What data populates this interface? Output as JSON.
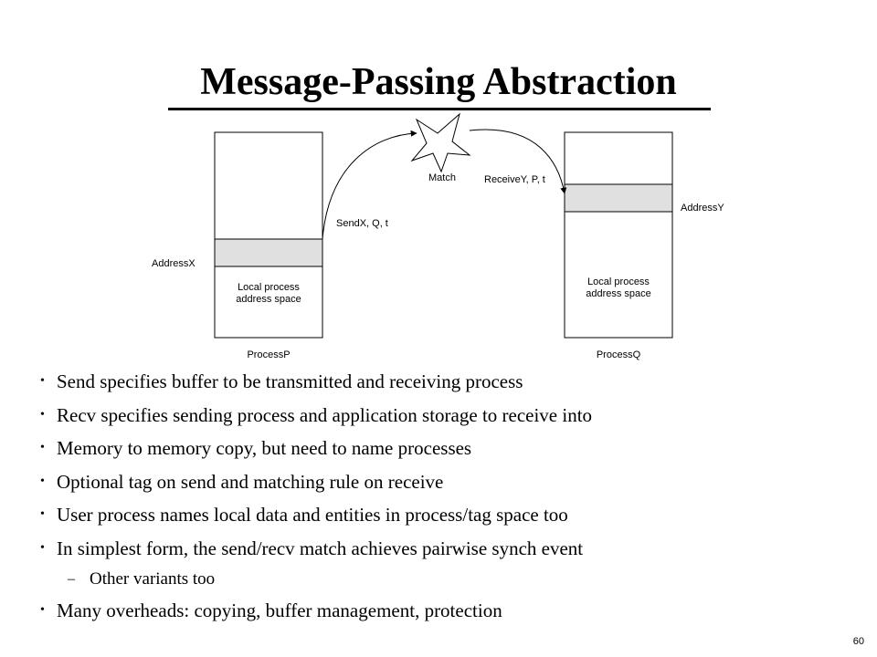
{
  "slide": {
    "title": "Message-Passing Abstraction",
    "page_number": "60"
  },
  "diagram": {
    "process_p": {
      "name": "ProcessP",
      "region_label": "Local process\naddress space",
      "address_label": "AddressX"
    },
    "process_q": {
      "name": "ProcessQ",
      "region_label": "Local process\naddress space",
      "address_label": "AddressY"
    },
    "send_label": "SendX, Q, t",
    "receive_label": "ReceiveY, P, t",
    "match_label": "Match"
  },
  "bullets": [
    {
      "text": "Send specifies buffer to be transmitted and receiving process"
    },
    {
      "text": "Recv specifies sending process and application storage to receive into"
    },
    {
      "text": "Memory to memory copy, but need to name processes"
    },
    {
      "text": "Optional tag on send and matching rule on receive"
    },
    {
      "text": "User process names local data and entities in process/tag space too"
    },
    {
      "text": "In simplest form, the send/recv match achieves pairwise synch event"
    },
    {
      "text": "Other variants too",
      "sub": true
    },
    {
      "text": "Many overheads: copying, buffer management, protection"
    }
  ]
}
